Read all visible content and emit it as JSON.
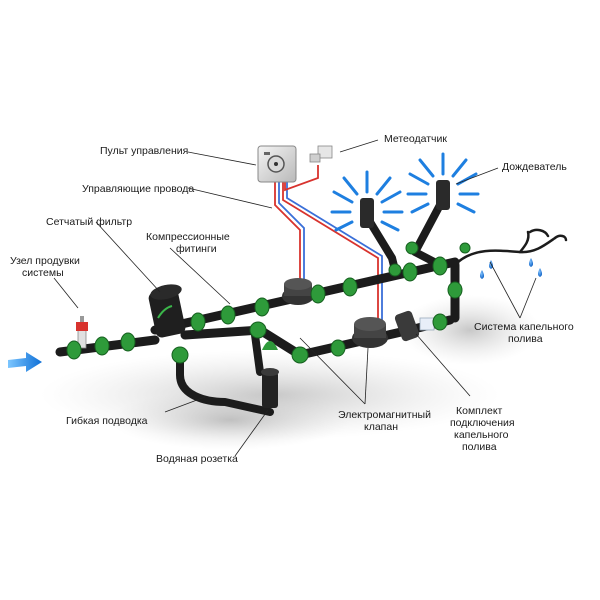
{
  "labels": {
    "control_panel": "Пульт управления",
    "weather_sensor": "Метеодатчик",
    "sprinkler": "Дождеватель",
    "control_wires": "Управляющие провода",
    "mesh_filter": "Сетчатый фильтр",
    "compression_fittings_1": "Компрессионные",
    "compression_fittings_2": "фитинги",
    "supply_node_1": "Узел продувки",
    "supply_node_2": "системы",
    "drip_system_1": "Система капельного",
    "drip_system_2": "полива",
    "flexible_hose": "Гибкая подводка",
    "solenoid_valve_1": "Электромагнитный",
    "solenoid_valve_2": "клапан",
    "drip_kit_1": "Комплект",
    "drip_kit_2": "подключения",
    "drip_kit_3": "капельного",
    "drip_kit_4": "полива",
    "water_outlet": "Водяная розетка"
  },
  "colors": {
    "pipe": "#1c1c1c",
    "fitting": "#2e9a3a",
    "fitting_dark": "#16601f",
    "spray": "#1e7fe0",
    "wire_red": "#d8332e",
    "wire_blue": "#3a6fd8",
    "arrow": "#1f8fe8"
  }
}
